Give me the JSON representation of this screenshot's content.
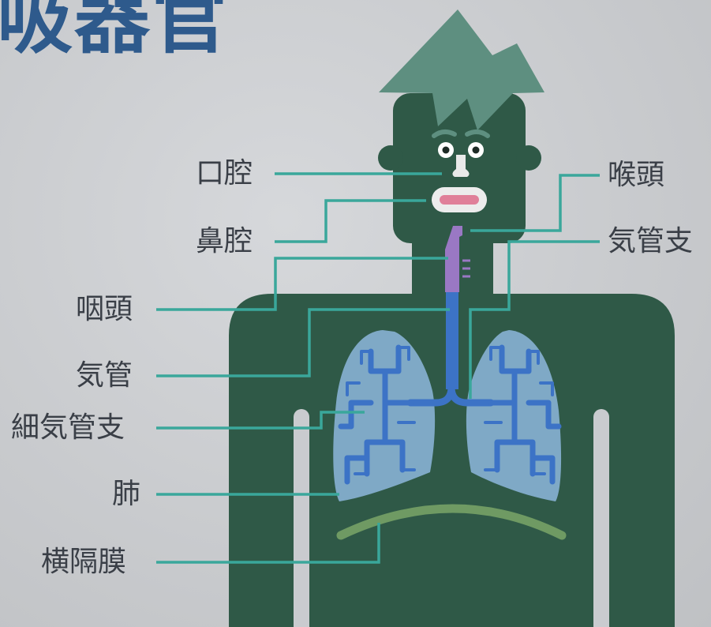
{
  "title": "吸器官",
  "labels": {
    "oral_cavity": "口腔",
    "nasal_cavity": "鼻腔",
    "pharynx": "咽頭",
    "trachea": "気管",
    "bronchiole": "細気管支",
    "lung": "肺",
    "diaphragm": "横隔膜",
    "larynx": "喉頭",
    "bronchus": "気管支"
  },
  "colors": {
    "body": "#2f5947",
    "hair": "#5e8f80",
    "lung": "#7fa9c6",
    "airway": "#3c73c6",
    "larynx": "#9a78c4",
    "diaphragm": "#6f9a63",
    "leader_line": "#3aa79b",
    "title": "#2e5a8c",
    "label_text": "#3a3f47"
  }
}
